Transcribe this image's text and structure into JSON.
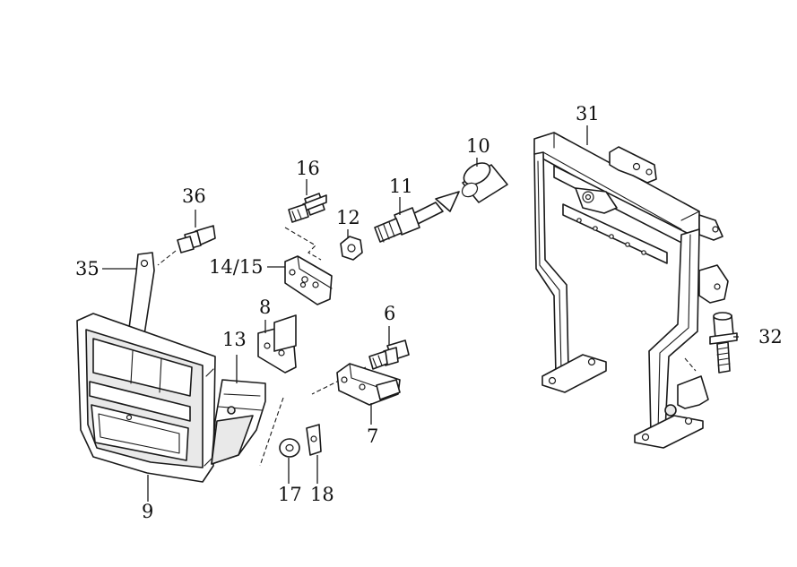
{
  "diagram": {
    "callouts": {
      "c6": "6",
      "c7": "7",
      "c8": "8",
      "c9": "9",
      "c10": "10",
      "c11": "11",
      "c12": "12",
      "c13": "13",
      "c14_15": "14/15",
      "c16": "16",
      "c17": "17",
      "c18": "18",
      "c31": "31",
      "c32": "32",
      "c35": "35",
      "c36": "36"
    }
  }
}
